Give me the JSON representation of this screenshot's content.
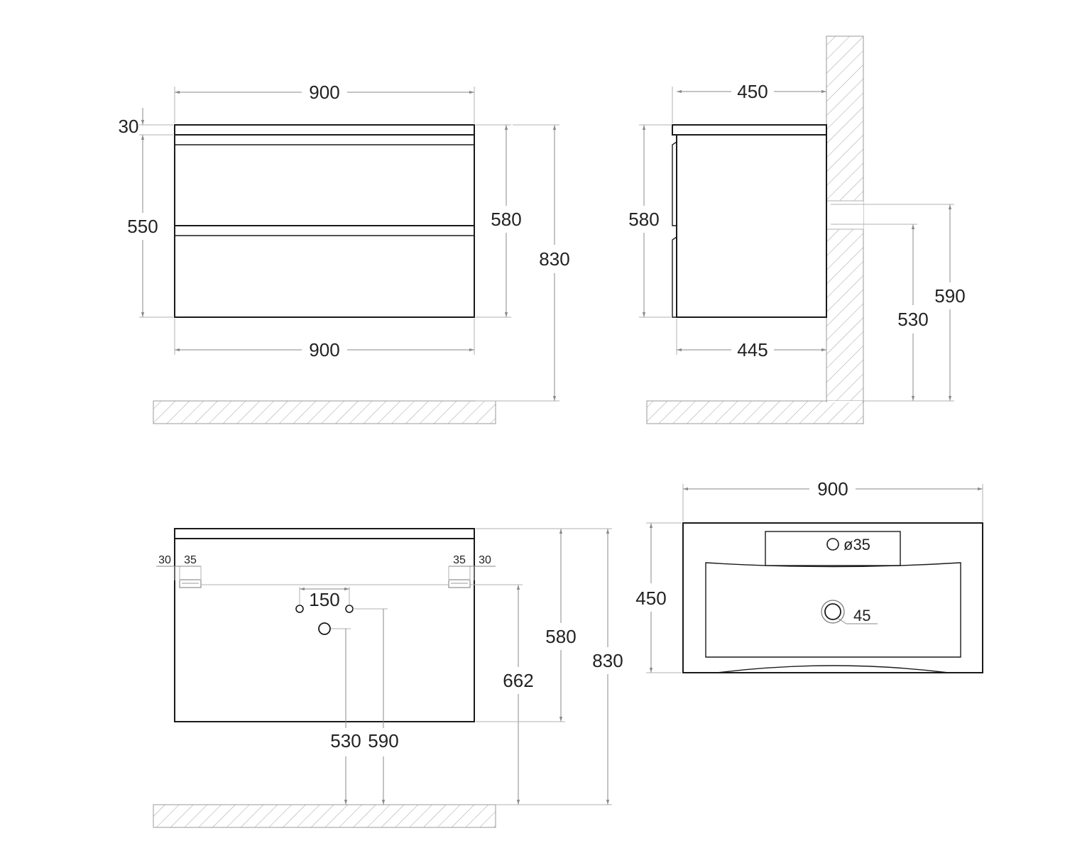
{
  "front_view": {
    "top_width": "900",
    "bottom_width": "900",
    "top_thickness": "30",
    "cabinet_height": "550",
    "body_height": "580",
    "total_height": "830"
  },
  "side_view": {
    "top_depth": "450",
    "body_depth": "445",
    "body_height": "580",
    "mount_height_low": "530",
    "mount_height_high": "590"
  },
  "rear_view": {
    "left_offset": "30",
    "left_bracket": "35",
    "right_bracket": "35",
    "right_offset": "30",
    "hole_spacing": "150",
    "body_height": "580",
    "total_height": "830",
    "bracket_height": "662",
    "drain_height": "530",
    "supply_height": "590"
  },
  "top_view": {
    "width": "900",
    "depth": "450",
    "tap_hole": "ø35",
    "drain_hole": "45"
  }
}
